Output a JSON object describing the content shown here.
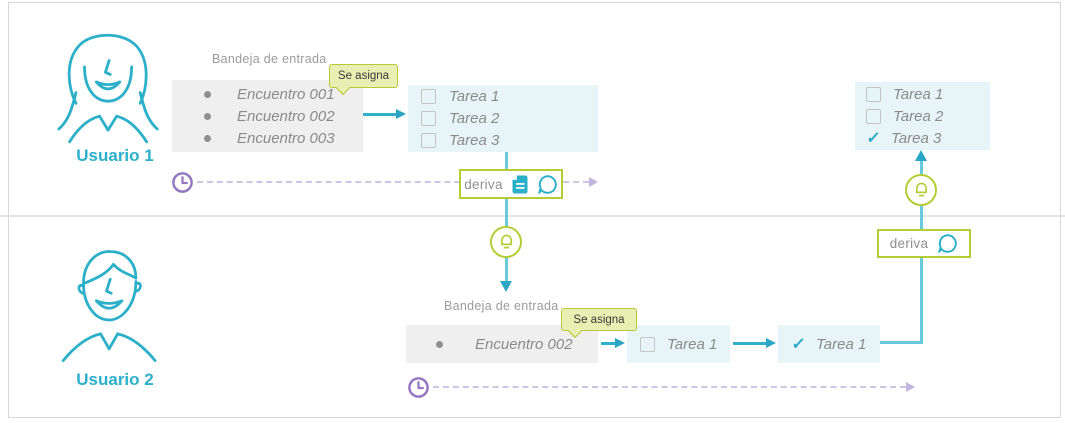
{
  "colors": {
    "teal": "#29afc8",
    "teal_light": "#68cadb",
    "green": "#b5cc34",
    "green_tooltip_bg": "#e9eeb3",
    "purple": "#9678c2",
    "purple_dash": "#cdc5e6",
    "gray_box": "#efefef",
    "cyan_box": "#e7f4f8",
    "text_gray": "#8a8a8a"
  },
  "icons": {
    "check_glyph": "✓"
  },
  "user1": {
    "name": "Usuario 1",
    "inbox_label": "Bandeja de entrada",
    "assign_tooltip": "Se asigna",
    "encounters": [
      "Encuentro 001",
      "Encuentro 002",
      "Encuentro 003"
    ],
    "tasks": [
      {
        "label": "Tarea 1",
        "checked": false
      },
      {
        "label": "Tarea 2",
        "checked": false
      },
      {
        "label": "Tarea 3",
        "checked": false
      }
    ],
    "deriva_label": "deriva",
    "result_tasks": [
      {
        "label": "Tarea 1",
        "checked": false
      },
      {
        "label": "Tarea 2",
        "checked": false
      },
      {
        "label": "Tarea 3",
        "checked": true
      }
    ],
    "deriva_right_label": "deriva"
  },
  "user2": {
    "name": "Usuario 2",
    "inbox_label": "Bandeja de entrada",
    "assign_tooltip": "Se asigna",
    "encounters": [
      "Encuentro 002"
    ],
    "assigned_task": {
      "label": "Tarea 1",
      "checked": false
    },
    "completed_task": {
      "label": "Tarea 1",
      "checked": true
    }
  }
}
